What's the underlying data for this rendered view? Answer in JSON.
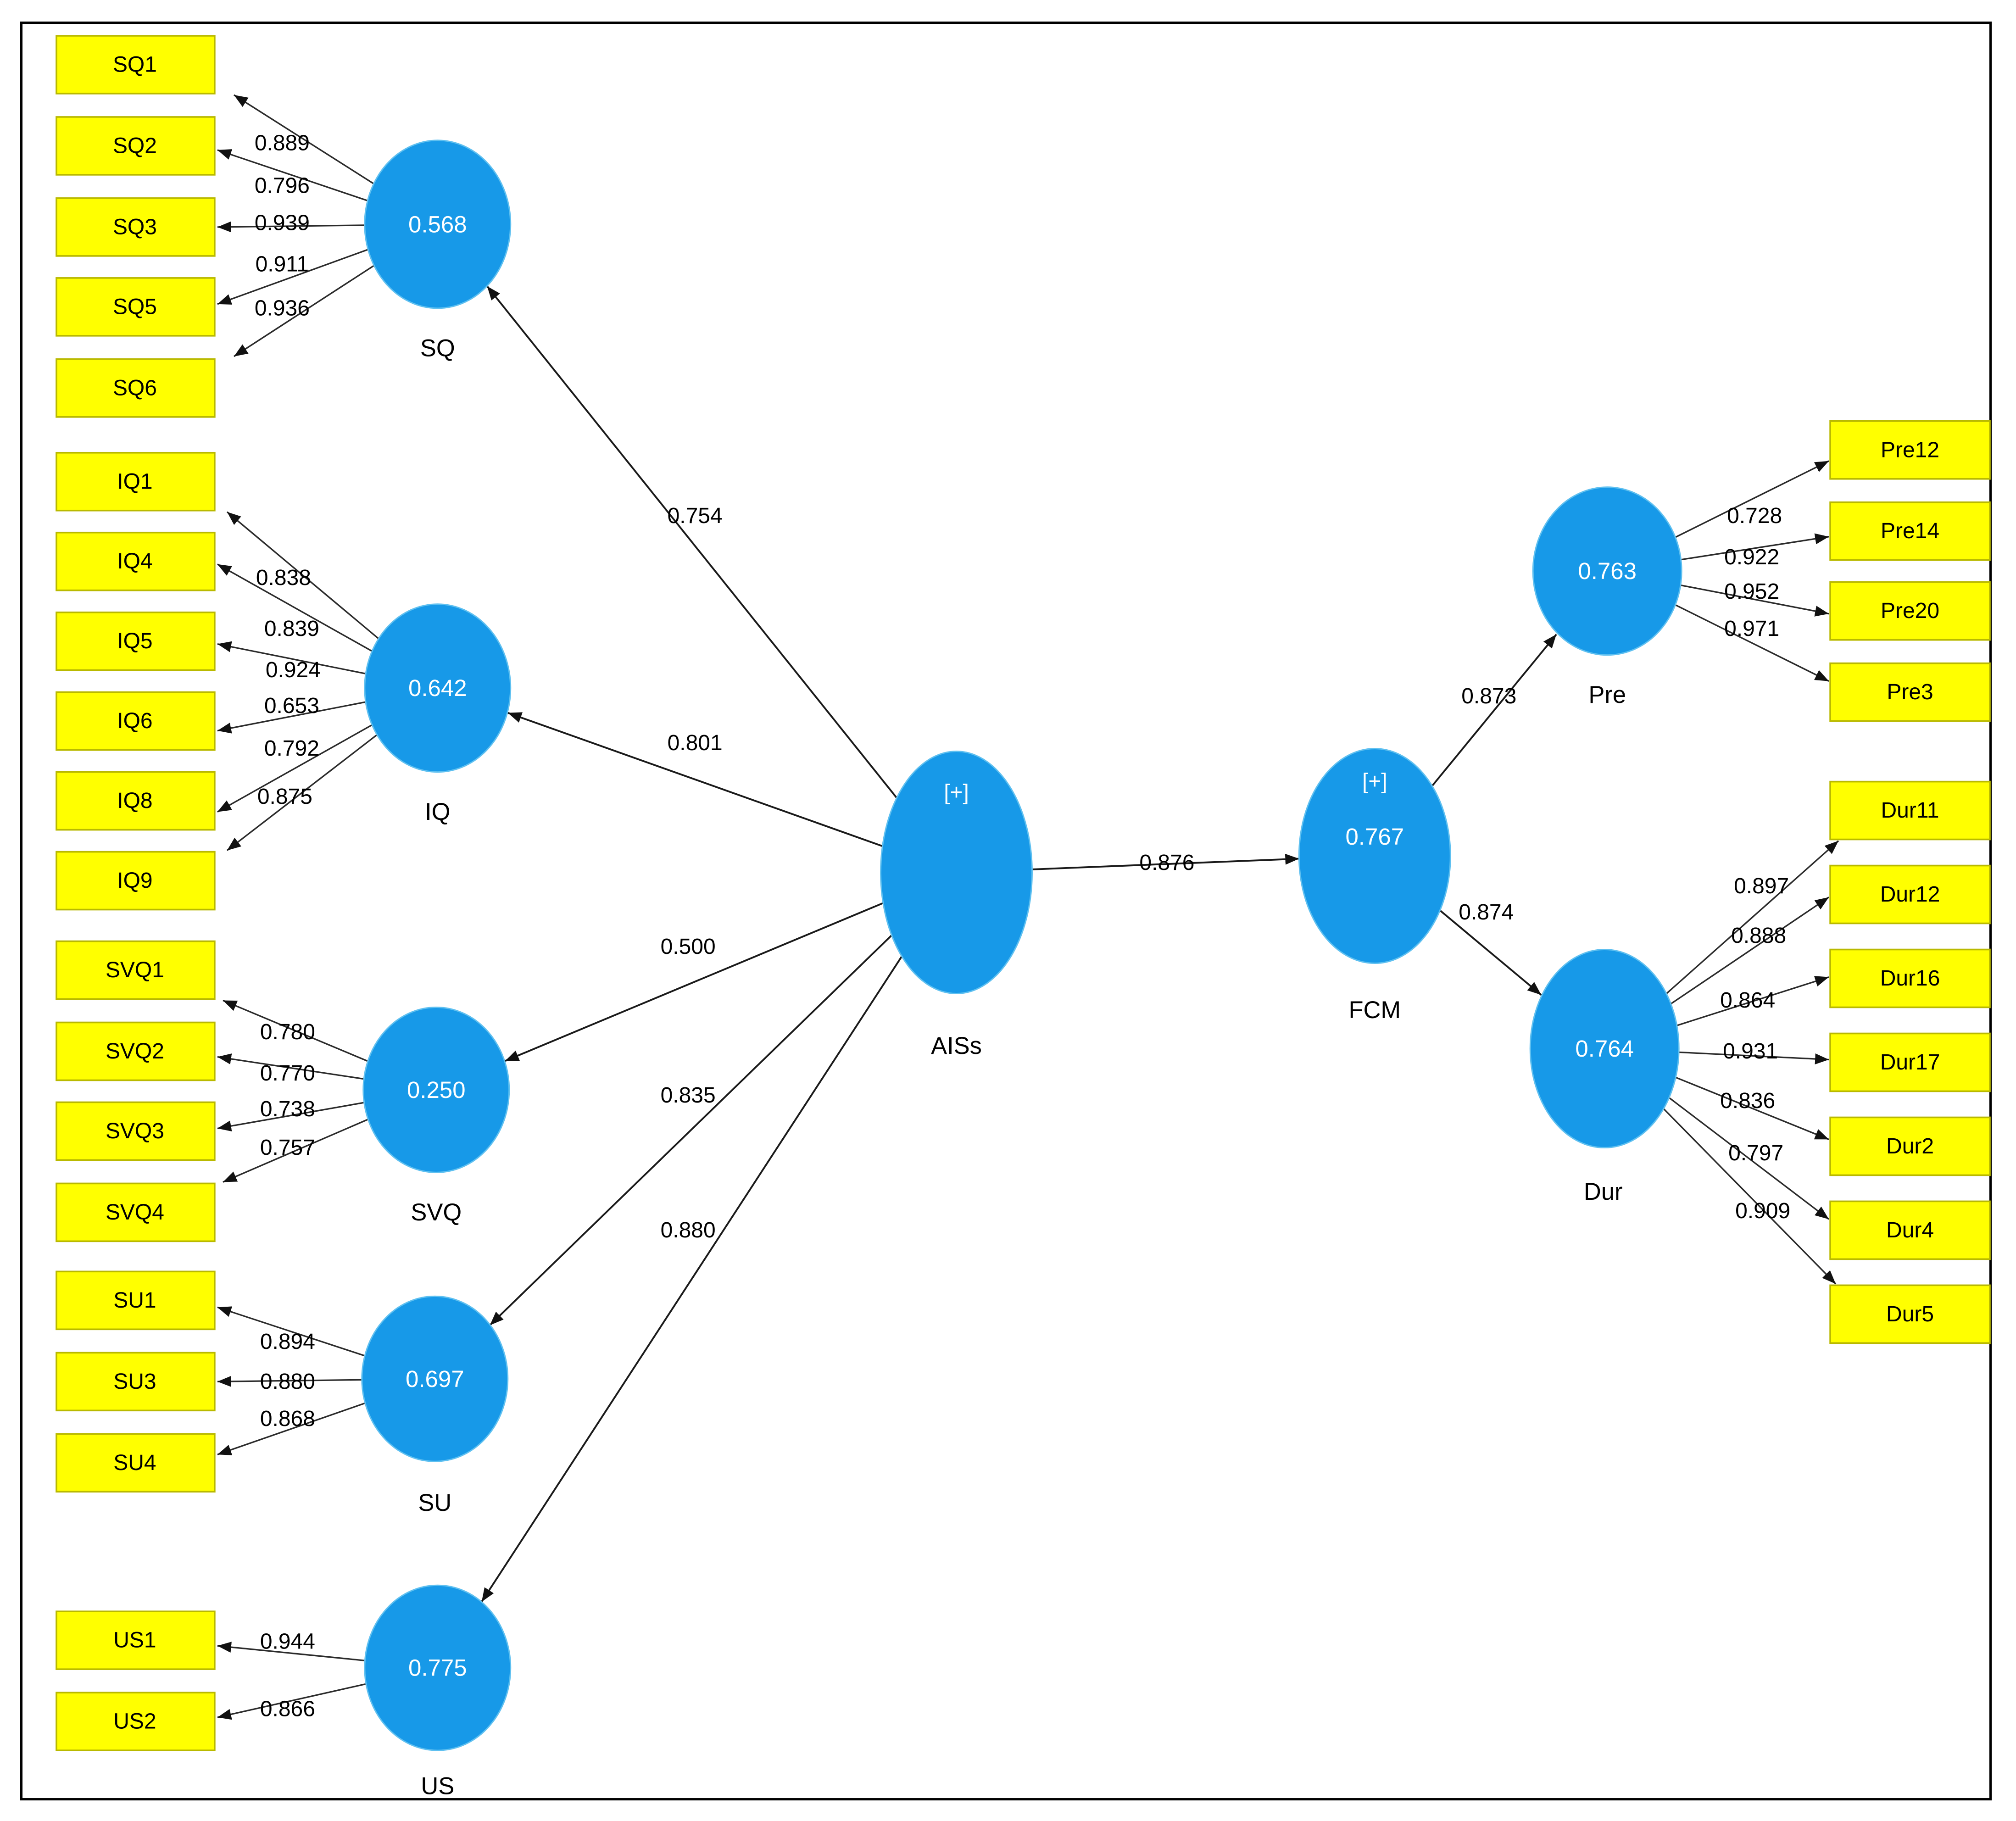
{
  "constructs": {
    "sq": {
      "label": "SQ",
      "value": "0.568"
    },
    "iq": {
      "label": "IQ",
      "value": "0.642"
    },
    "svq": {
      "label": "SVQ",
      "value": "0.250"
    },
    "su": {
      "label": "SU",
      "value": "0.697"
    },
    "us": {
      "label": "US",
      "value": "0.775"
    },
    "aiss": {
      "label": "AISs",
      "mark": "[+]"
    },
    "fcm": {
      "label": "FCM",
      "mark": "[+]",
      "value": "0.767"
    },
    "pre": {
      "label": "Pre",
      "value": "0.763"
    },
    "dur": {
      "label": "Dur",
      "value": "0.764"
    }
  },
  "indicators": {
    "sq": [
      {
        "name": "SQ1",
        "loading": "0.889"
      },
      {
        "name": "SQ2",
        "loading": "0.796"
      },
      {
        "name": "SQ3",
        "loading": "0.939"
      },
      {
        "name": "SQ5",
        "loading": "0.911"
      },
      {
        "name": "SQ6",
        "loading": "0.936"
      }
    ],
    "iq": [
      {
        "name": "IQ1",
        "loading": "0.838"
      },
      {
        "name": "IQ4",
        "loading": "0.839"
      },
      {
        "name": "IQ5",
        "loading": "0.924"
      },
      {
        "name": "IQ6",
        "loading": "0.653"
      },
      {
        "name": "IQ8",
        "loading": "0.792"
      },
      {
        "name": "IQ9",
        "loading": "0.875"
      }
    ],
    "svq": [
      {
        "name": "SVQ1",
        "loading": "0.780"
      },
      {
        "name": "SVQ2",
        "loading": "0.770"
      },
      {
        "name": "SVQ3",
        "loading": "0.738"
      },
      {
        "name": "SVQ4",
        "loading": "0.757"
      }
    ],
    "su": [
      {
        "name": "SU1",
        "loading": "0.894"
      },
      {
        "name": "SU3",
        "loading": "0.880"
      },
      {
        "name": "SU4",
        "loading": "0.868"
      }
    ],
    "us": [
      {
        "name": "US1",
        "loading": "0.944"
      },
      {
        "name": "US2",
        "loading": "0.866"
      }
    ],
    "pre": [
      {
        "name": "Pre12",
        "loading": "0.728"
      },
      {
        "name": "Pre14",
        "loading": "0.922"
      },
      {
        "name": "Pre20",
        "loading": "0.952"
      },
      {
        "name": "Pre3",
        "loading": "0.971"
      }
    ],
    "dur": [
      {
        "name": "Dur11",
        "loading": "0.897"
      },
      {
        "name": "Dur12",
        "loading": "0.888"
      },
      {
        "name": "Dur16",
        "loading": "0.864"
      },
      {
        "name": "Dur17",
        "loading": "0.931"
      },
      {
        "name": "Dur2",
        "loading": "0.836"
      },
      {
        "name": "Dur4",
        "loading": "0.797"
      },
      {
        "name": "Dur5",
        "loading": "0.909"
      }
    ]
  },
  "paths": {
    "aiss_sq": "0.754",
    "aiss_iq": "0.801",
    "aiss_svq": "0.500",
    "aiss_su": "0.835",
    "aiss_us": "0.880",
    "aiss_fcm": "0.876",
    "fcm_pre": "0.873",
    "fcm_dur": "0.874"
  },
  "colors": {
    "construct_fill": "#1799E8",
    "indicator_fill": "#FFFF00",
    "indicator_border": "#B9B900",
    "arrow": "#2B2B2B",
    "construct_text": "#FFFFFF",
    "label_text": "#000000"
  }
}
